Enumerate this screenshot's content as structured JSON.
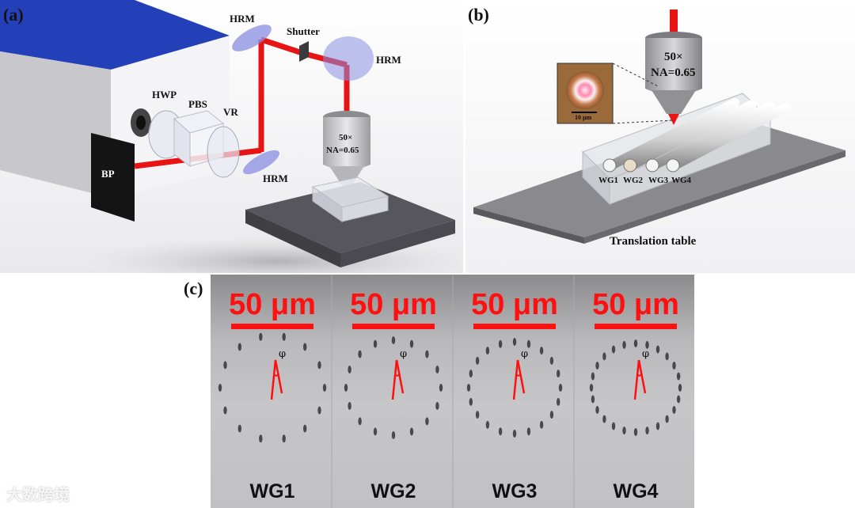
{
  "panel_a": {
    "label": "(a)",
    "hwp": "HWP",
    "pbs": "PBS",
    "vr": "VR",
    "bp": "BP",
    "hrm_top": "HRM",
    "shutter": "Shutter",
    "hrm_right": "HRM",
    "hrm_bottom": "HRM",
    "objective_mag": "50×",
    "objective_na": "NA=0.65"
  },
  "panel_b": {
    "label": "(b)",
    "objective_mag": "50×",
    "objective_na": "NA=0.65",
    "inset_scale": "10 μm",
    "wg1": "WG1",
    "wg2": "WG2",
    "wg3": "WG3",
    "wg4": "WG4",
    "table_label": "Translation table"
  },
  "panel_c": {
    "label": "(c)",
    "phi": "φ",
    "scalebar": "50 μm",
    "waveguides": [
      "WG1",
      "WG2",
      "WG3",
      "WG4"
    ]
  },
  "watermark": "大数跨境",
  "colors": {
    "laser": "#e81414",
    "laser_body_top": "#1f3fb0",
    "mirror": "#8a8ee0",
    "stage": "#5a5a60"
  }
}
